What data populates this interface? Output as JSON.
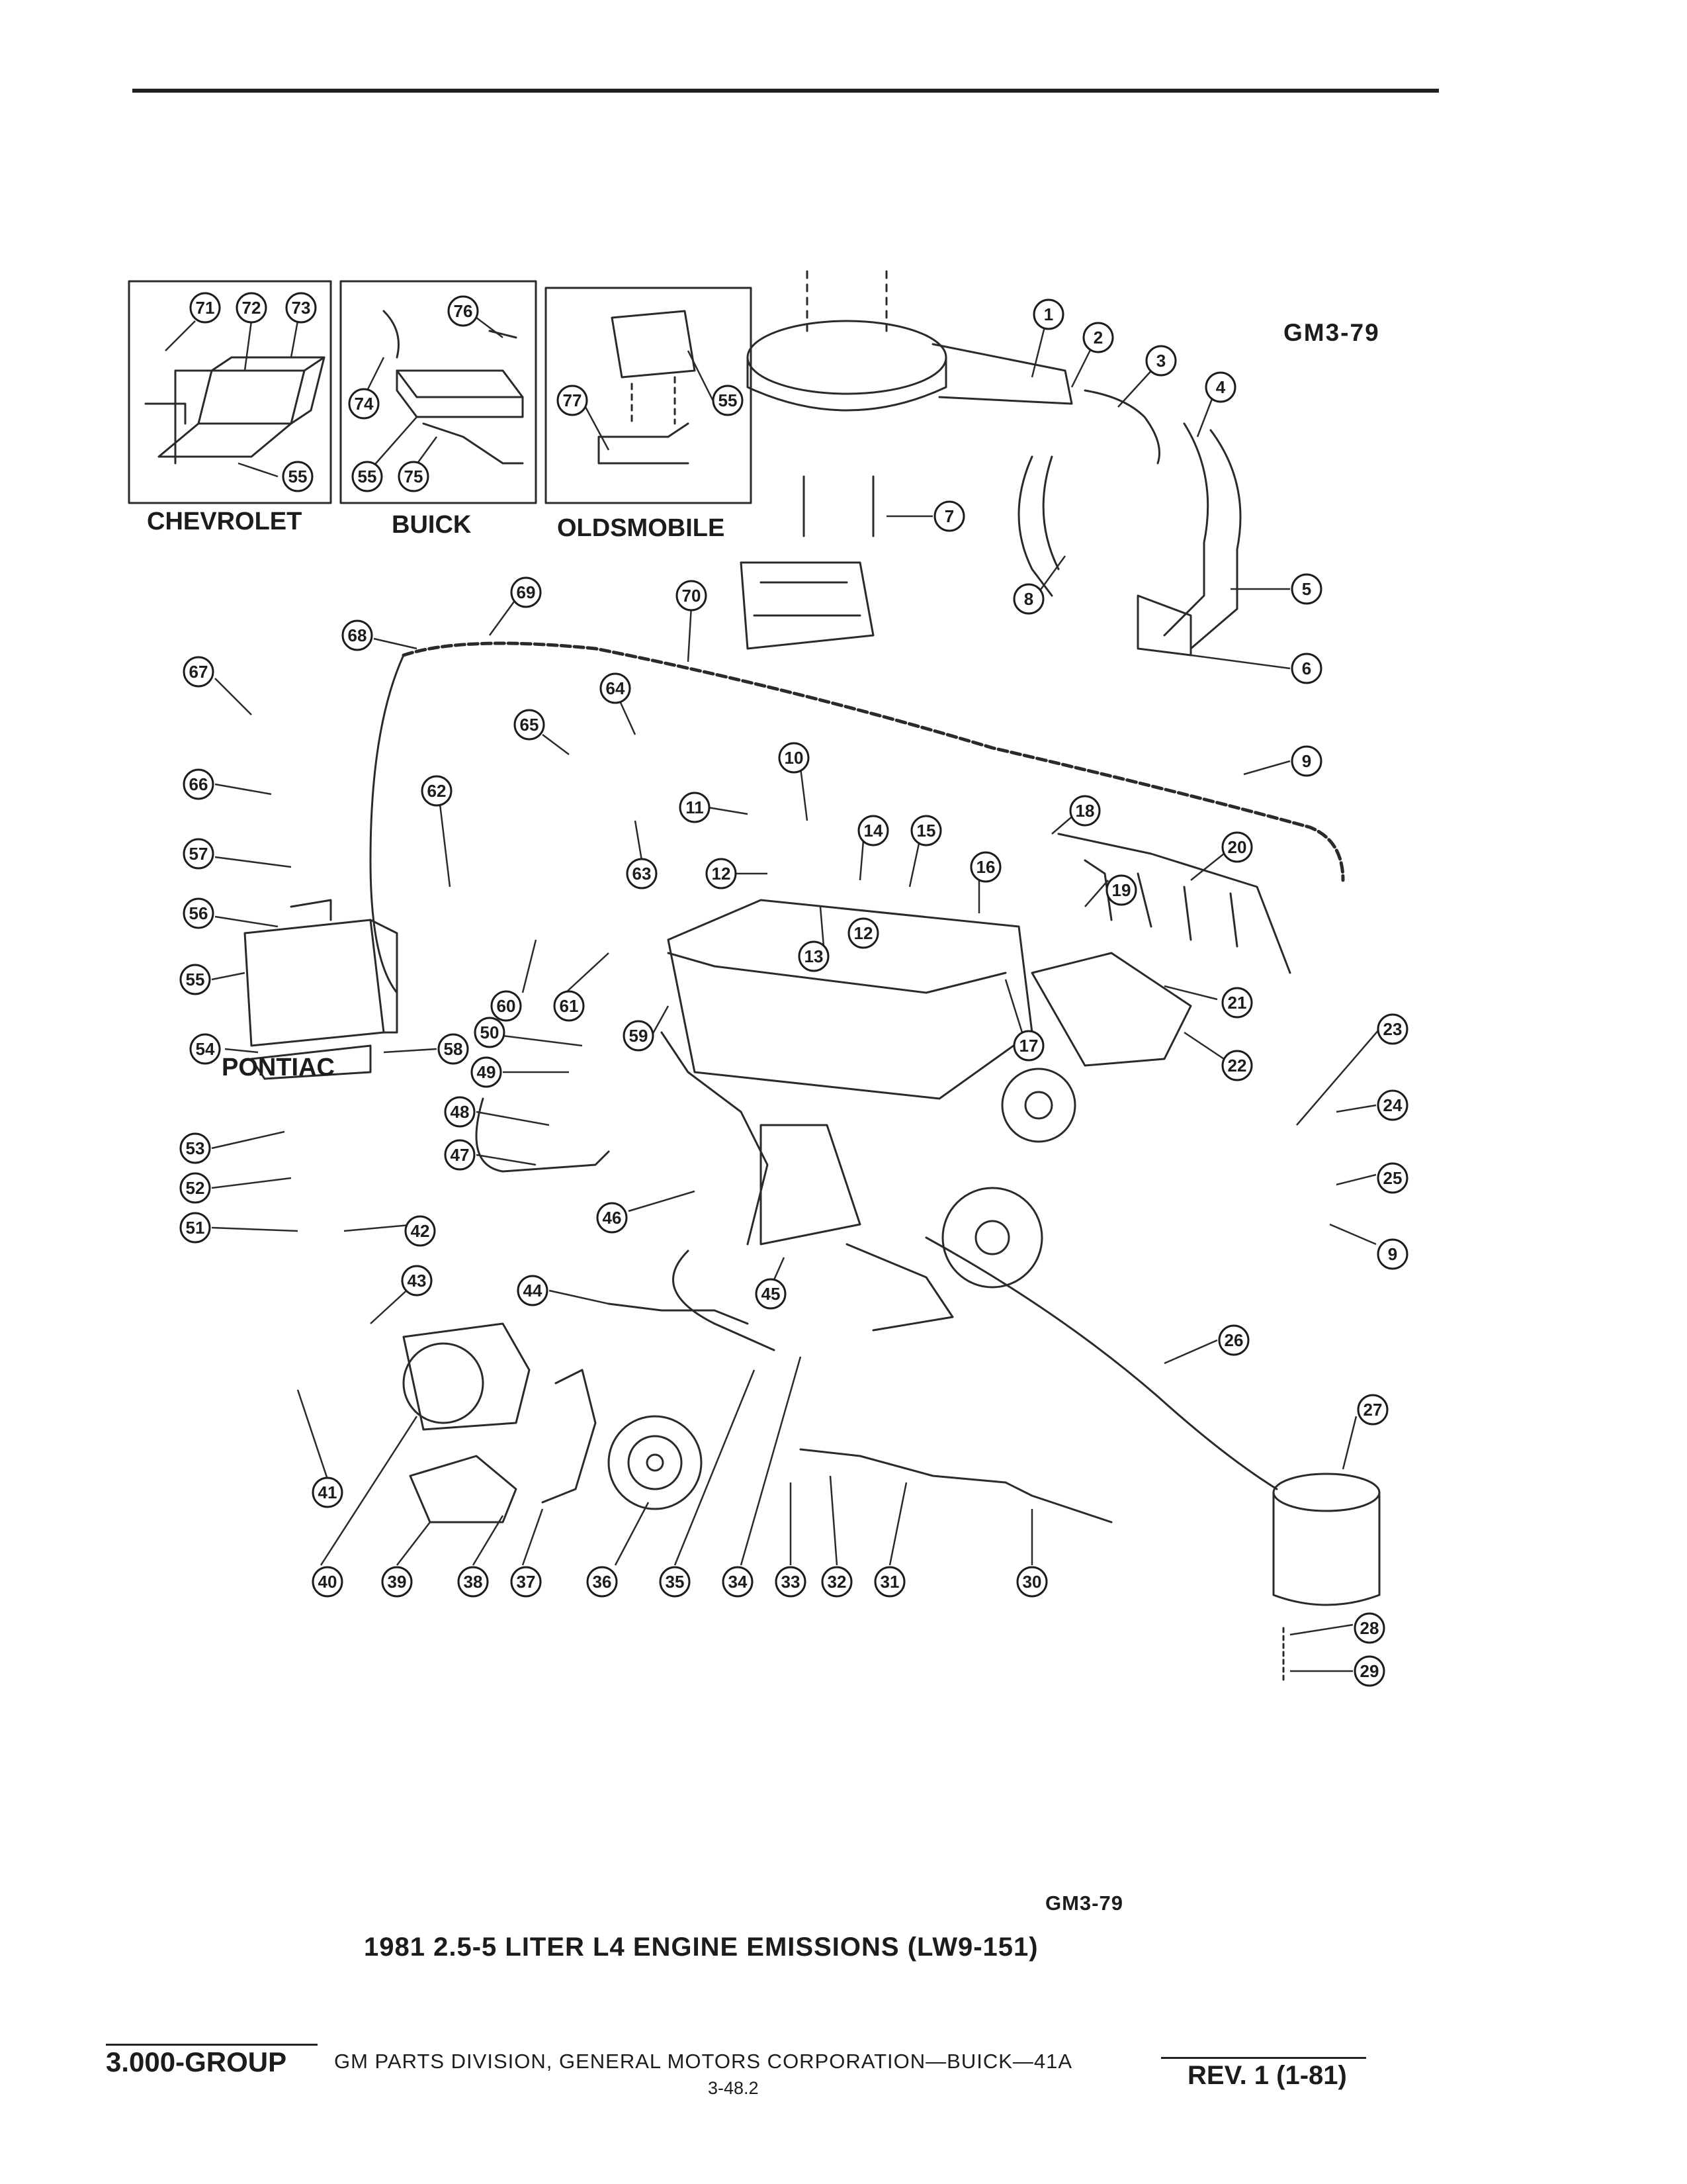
{
  "header": {
    "figure_ref": "GM3-79"
  },
  "insets": [
    {
      "label": "CHEVROLET",
      "callouts": [
        "71",
        "72",
        "73",
        "55"
      ]
    },
    {
      "label": "BUICK",
      "callouts": [
        "76",
        "74",
        "55",
        "75"
      ]
    },
    {
      "label": "OLDSMOBILE",
      "callouts": [
        "77",
        "55"
      ]
    }
  ],
  "pontiac_label": "PONTIAC",
  "callouts": [
    "1",
    "2",
    "3",
    "4",
    "5",
    "6",
    "7",
    "8",
    "9",
    "9",
    "10",
    "11",
    "12",
    "12",
    "13",
    "14",
    "15",
    "16",
    "17",
    "18",
    "19",
    "20",
    "21",
    "22",
    "23",
    "24",
    "25",
    "26",
    "27",
    "28",
    "29",
    "30",
    "31",
    "32",
    "33",
    "34",
    "35",
    "36",
    "37",
    "38",
    "39",
    "40",
    "41",
    "42",
    "43",
    "44",
    "45",
    "46",
    "47",
    "48",
    "49",
    "50",
    "51",
    "52",
    "53",
    "54",
    "55",
    "56",
    "57",
    "58",
    "59",
    "60",
    "61",
    "62",
    "63",
    "64",
    "65",
    "66",
    "67",
    "68",
    "69",
    "70"
  ],
  "footer_figure_ref": "GM3-79",
  "caption": "1981 2.5-5 LITER L4 ENGINE EMISSIONS (LW9-151)",
  "footer": {
    "group": "3.000-GROUP",
    "corporation": "GM PARTS DIVISION, GENERAL MOTORS CORPORATION—BUICK—41A",
    "page": "3-48.2",
    "revision": "REV. 1 (1-81)"
  }
}
